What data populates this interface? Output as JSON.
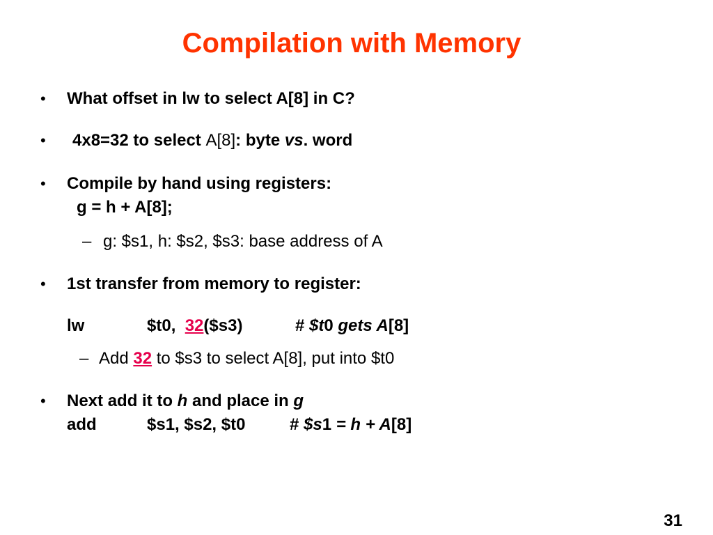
{
  "title": "Compilation with Memory",
  "bullets": {
    "b1": {
      "marker": "•",
      "text": "What offset in lw to select A[8] in C?"
    },
    "b2": {
      "marker": "•",
      "part1": "4x8=32 to select ",
      "part2": "A[8]",
      "part3": ": byte ",
      "part4": "vs",
      "part5": ". word"
    },
    "b3": {
      "marker": "•",
      "line1": "Compile by hand using registers:",
      "line2": "g = h + A[8];"
    },
    "s1": {
      "marker": "–",
      "text": "g: $s1, h: $s2,  $s3: base address of A"
    },
    "b4": {
      "marker": "•",
      "text": "1st transfer from memory to register:"
    },
    "lw": {
      "op": "lw",
      "arg1": "$t0, ",
      "offset": "32",
      "arg2": "($s3)",
      "c1": "# ",
      "c2": "$t",
      "c3": "0 ",
      "c4": "gets A",
      "c5": "[8]"
    },
    "s2": {
      "marker": "–",
      "part1": "Add ",
      "offset": "32",
      "part2": " to $s3 to select A[8], put into $t0"
    },
    "b5": {
      "marker": "•",
      "part1": "Next add it to ",
      "h": "h",
      "part2": " and place in ",
      "g": "g"
    },
    "add": {
      "op": "add",
      "args": "$s1, $s2, $t0",
      "c1": "# ",
      "c2": "$s",
      "c3": "1 ",
      "c4": "= h + A",
      "c5": "[8]"
    }
  },
  "page_number": "31"
}
